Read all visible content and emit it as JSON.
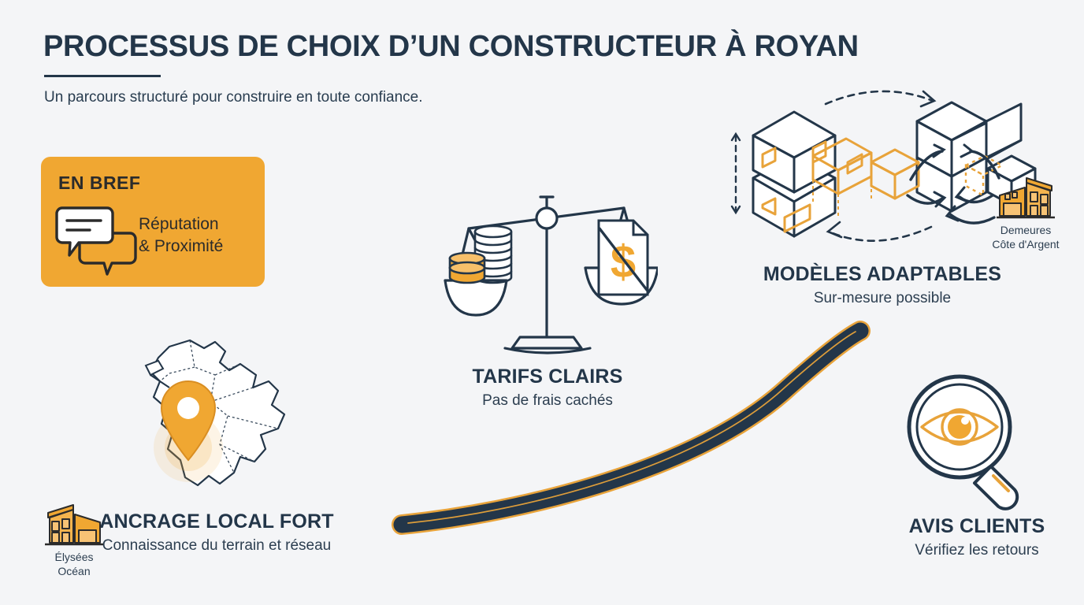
{
  "theme": {
    "background": "#f4f5f7",
    "navy": "#233649",
    "orange": "#F0A732",
    "orange_soft": "#F5C47A"
  },
  "header": {
    "title": "PROCESSUS DE CHOIX D’UN CONSTRUCTEUR À ROYAN",
    "subtitle": "Un parcours structuré pour construire en toute confiance."
  },
  "brief_card": {
    "heading": "EN BREF",
    "icon": "speech-bubbles-icon",
    "text_line1": "Réputation",
    "text_line2": "& Proximité"
  },
  "nodes": [
    {
      "id": "tarifs",
      "icon": "balance-scale-icon",
      "title": "TARIFS CLAIRS",
      "subtitle": "Pas de frais cachés"
    },
    {
      "id": "modeles",
      "icon": "modular-blocks-icon",
      "title": "MODÈLES ADAPTABLES",
      "subtitle": "Sur-mesure possible"
    },
    {
      "id": "ancrage",
      "icon": "region-map-pin-icon",
      "title": "ANCRAGE LOCAL FORT",
      "subtitle": "Connaissance du terrain et réseau"
    },
    {
      "id": "avis",
      "icon": "magnifier-eye-icon",
      "title": "AVIS CLIENTS",
      "subtitle": "Vérifiez les retours"
    }
  ],
  "logos": [
    {
      "id": "demeures",
      "icon": "house-logo-icon",
      "line1": "Demeures",
      "line2": "Côte d'Argent"
    },
    {
      "id": "elysees",
      "icon": "house-logo-icon",
      "line1": "Élysées",
      "line2": "Océan"
    }
  ],
  "decor": {
    "road": "curved-road-path"
  }
}
